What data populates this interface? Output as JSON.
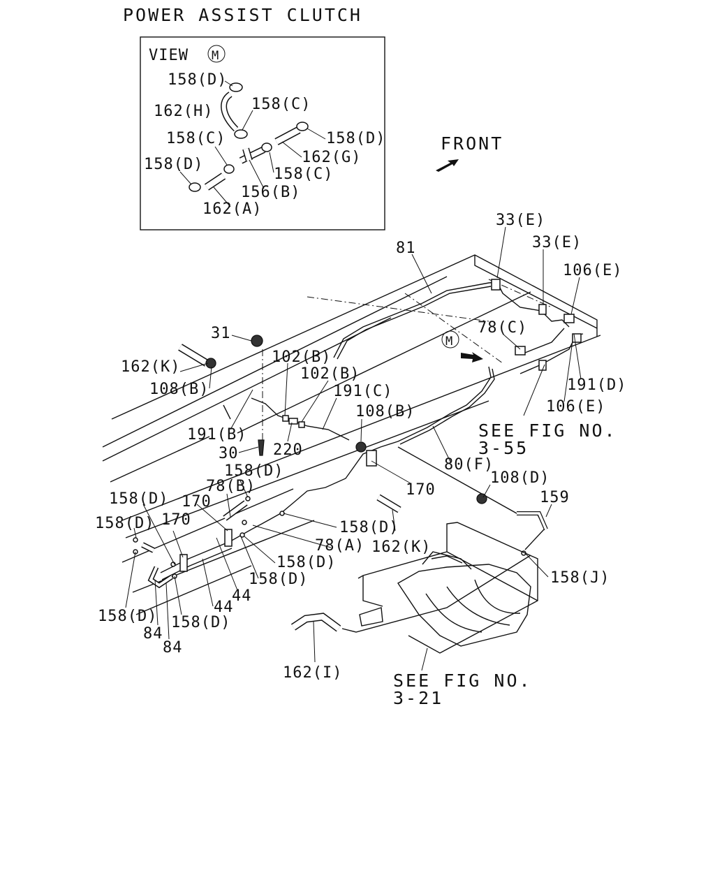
{
  "title": "POWER ASSIST CLUTCH",
  "view_box": {
    "heading": "VIEW",
    "marker": "M",
    "labels": [
      "158(D)",
      "162(H)",
      "158(C)",
      "158(C)",
      "158(D)",
      "158(D)",
      "162(G)",
      "158(C)",
      "156(B)",
      "162(A)"
    ]
  },
  "front_label": "FRONT",
  "view_marker": "M",
  "callouts": [
    "81",
    "33(E)",
    "33(E)",
    "106(E)",
    "78(C)",
    "31",
    "102(B)",
    "102(B)",
    "162(K)",
    "108(B)",
    "191(C)",
    "108(B)",
    "191(D)",
    "106(E)",
    "191(B)",
    "30",
    "220",
    "158(D)",
    "80(F)",
    "170",
    "108(D)",
    "159",
    "158(D)",
    "78(B)",
    "170",
    "170",
    "158(D)",
    "158(D)",
    "78(A)",
    "162(K)",
    "158(D)",
    "158(D)",
    "158(J)",
    "44",
    "44",
    "158(D)",
    "158(D)",
    "84",
    "84",
    "162(I)"
  ],
  "references": [
    {
      "line1": "SEE FIG NO.",
      "line2": "3-55"
    },
    {
      "line1": "SEE FIG NO.",
      "line2": "3-21"
    }
  ]
}
